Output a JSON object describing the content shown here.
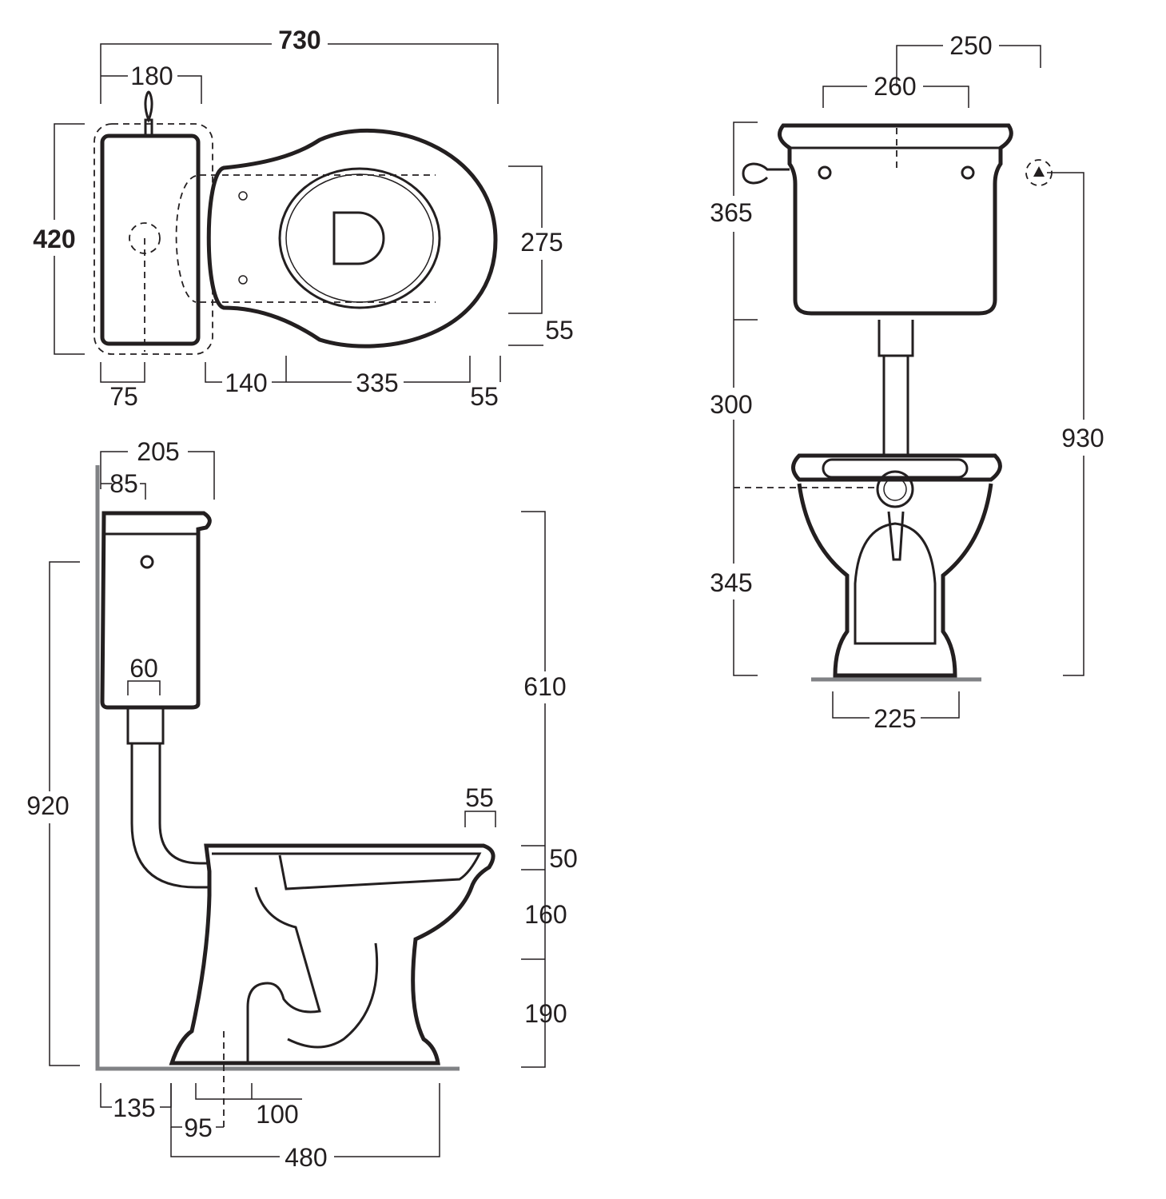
{
  "top_view": {
    "overall_length": "730",
    "tank_depth_offset": "180",
    "overall_width": "420",
    "bowl_width": "275",
    "rim_offset": "55",
    "outlet_offset": "75",
    "pan_start": "140",
    "pan_mid": "335",
    "pan_end": "55"
  },
  "front_view": {
    "fixing_center": "250",
    "tank_fixings": "260",
    "tank_height": "365",
    "pipe_height": "300",
    "overall_height": "930",
    "pan_height": "345",
    "base_width": "225"
  },
  "side_view": {
    "tank_projection": "205",
    "tank_wall_gap": "85",
    "outlet_diameter": "60",
    "tank_bottom_height": "610",
    "fixing_height": "920",
    "rim_lip": "55",
    "rim_thickness": "50",
    "bowl_depth": "160",
    "outlet_height": "190",
    "wall_to_base": "135",
    "waste_width": "100",
    "wall_to_waste": "95",
    "pan_projection": "480"
  },
  "colors": {
    "line": "#231f20",
    "floor": "#808285"
  }
}
